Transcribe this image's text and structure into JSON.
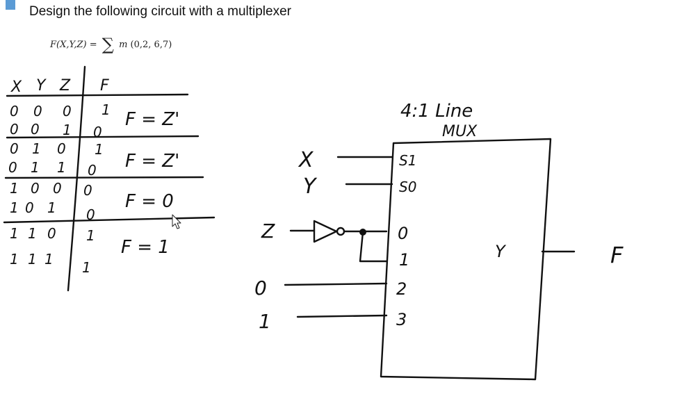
{
  "colors": {
    "accent": "#5b9bd5",
    "ink": "#111111",
    "background": "#ffffff"
  },
  "title": "Design the following circuit with a multiplexer",
  "formula": {
    "lhs": "F(X,Y,Z) =",
    "sigma": "∑",
    "m": "m",
    "terms": "(0,2, 6,7)"
  },
  "truth_table": {
    "headers": [
      "X",
      "Y",
      "Z",
      "F"
    ],
    "rows": [
      [
        "0",
        "0",
        "0",
        "1"
      ],
      [
        "0",
        "0",
        "1",
        "0"
      ],
      [
        "0",
        "1",
        "0",
        "1"
      ],
      [
        "0",
        "1",
        "1",
        "0"
      ],
      [
        "1",
        "0",
        "0",
        "0"
      ],
      [
        "1",
        "0",
        "1",
        "0"
      ],
      [
        "1",
        "1",
        "0",
        "1"
      ],
      [
        "1",
        "1",
        "1",
        "1"
      ]
    ],
    "group_results": [
      "F = Z'",
      "F = Z'",
      "F = 0",
      "F = 1"
    ]
  },
  "mux": {
    "title_line1": "4:1 Line",
    "title_line2": "MUX",
    "select_labels": [
      "S1",
      "S0"
    ],
    "select_inputs": [
      "X",
      "Y"
    ],
    "data_labels": [
      "0",
      "1",
      "2",
      "3"
    ],
    "input_signal": "Z",
    "const_inputs": [
      "0",
      "1"
    ],
    "output_label": "Y",
    "output_signal": "F"
  },
  "cursor_icon": "mouse-pointer-icon"
}
